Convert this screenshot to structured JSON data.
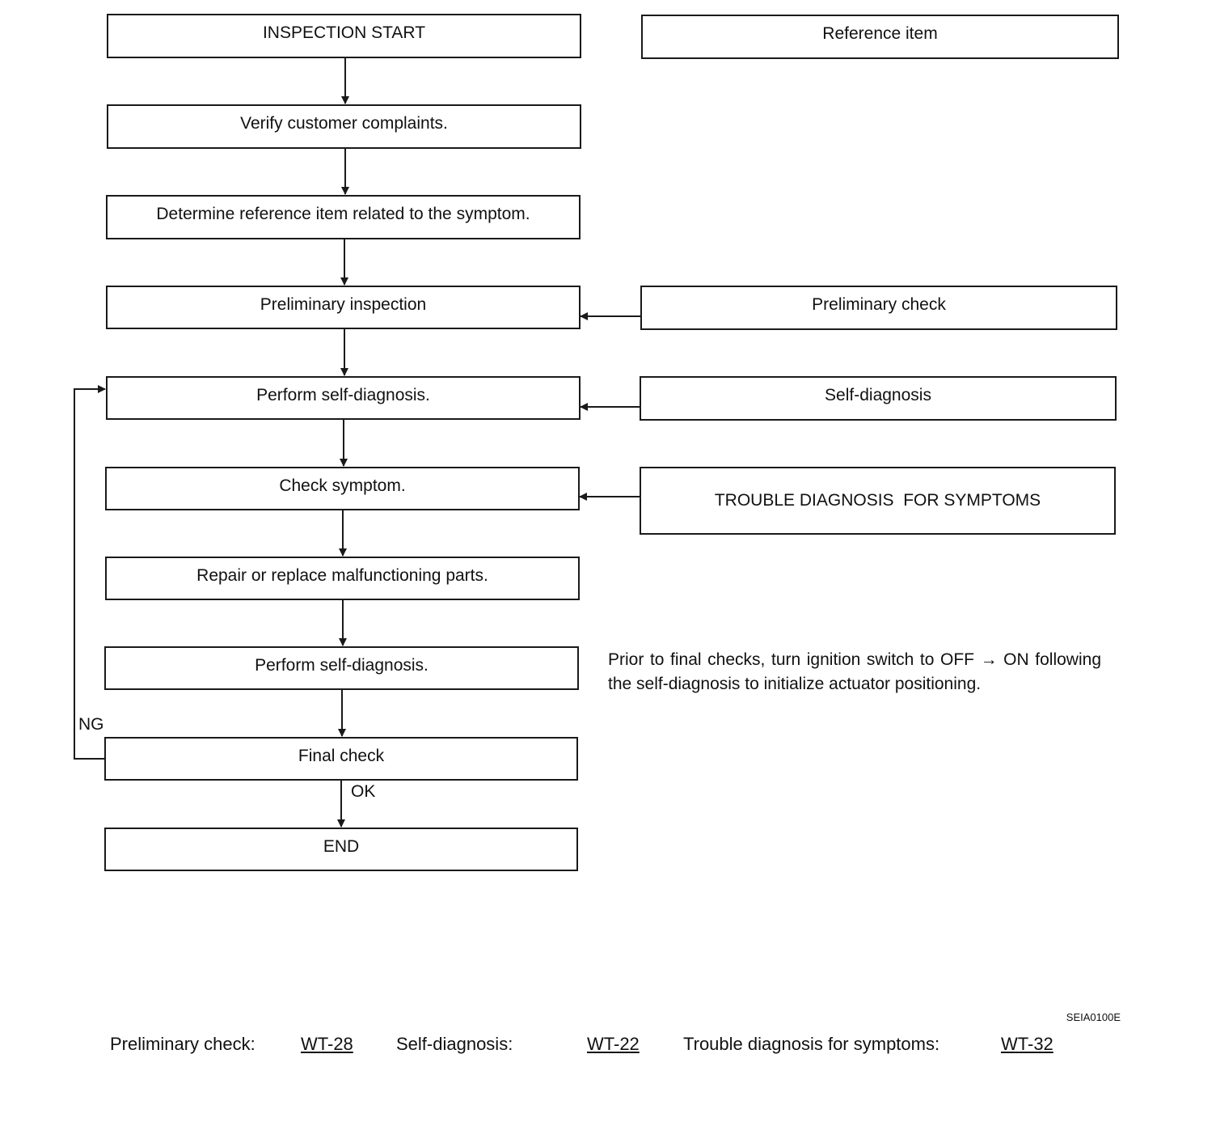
{
  "flow": {
    "steps": [
      "INSPECTION START",
      "Verify customer complaints.",
      "Determine reference item related to the symptom.",
      "Preliminary inspection",
      "Perform self-diagnosis.",
      "Check symptom.",
      "Repair or replace malfunctioning parts.",
      "Perform self-diagnosis.",
      "Final check",
      "END"
    ],
    "reference_header": "Reference item",
    "references": [
      "Preliminary check",
      "Self-diagnosis",
      "TROUBLE DIAGNOSIS  FOR SYMPTOMS"
    ],
    "ng_label": "NG",
    "ok_label": "OK",
    "note": "Prior to final checks, turn ignition switch to OFF → ON following the self-diagnosis to initialize actuator positioning.",
    "figure_code": "SEIA0100E"
  },
  "footer": {
    "items": [
      {
        "label": "Preliminary check:",
        "link": "WT-28"
      },
      {
        "label": "Self-diagnosis:",
        "link": "WT-22"
      },
      {
        "label": "Trouble diagnosis for symptoms:",
        "link": "WT-32"
      }
    ]
  }
}
